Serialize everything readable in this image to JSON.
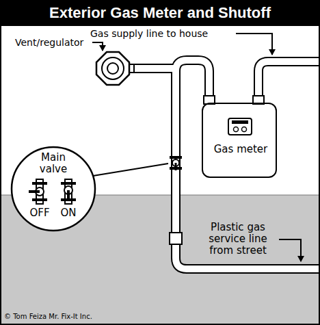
{
  "diagram": {
    "title": "Exterior Gas Meter and Shutoff",
    "nodes": [
      {
        "text": [
          "Main valve",
          "OFF",
          "ON"
        ]
      },
      {
        "text": [
          "Gas meter"
        ]
      }
    ],
    "labels": [
      "Gas supply line to house",
      "Vent/regulator",
      "Plastic gas service line from street",
      "© Tom Feiza Mr. Fix-It Inc."
    ]
  }
}
